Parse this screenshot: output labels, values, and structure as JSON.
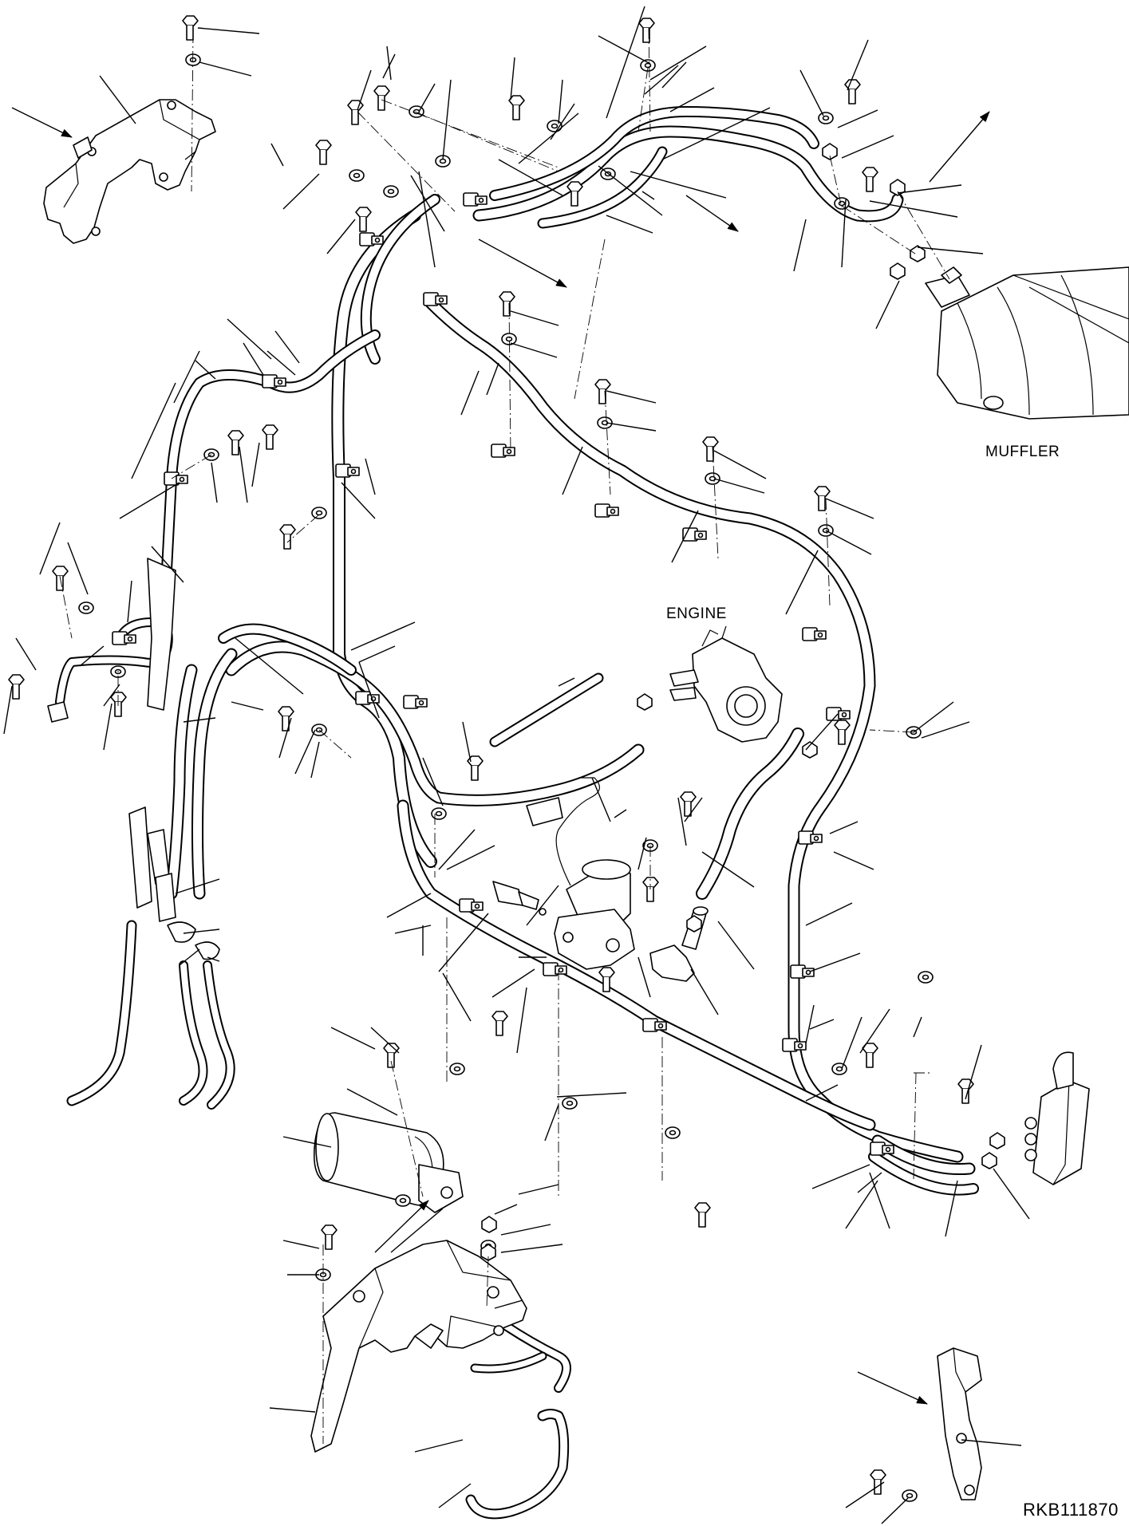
{
  "labels": {
    "muffler": "MUFFLER",
    "engine": "ENGINE",
    "drawing_code": "RKB111870"
  },
  "colors": {
    "line": "#000000",
    "background": "#ffffff"
  }
}
